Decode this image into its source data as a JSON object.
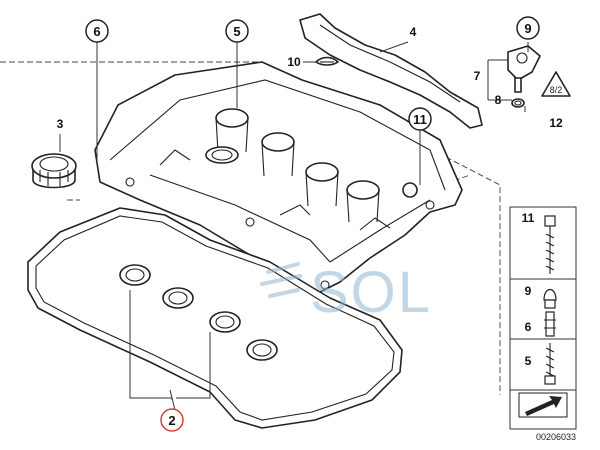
{
  "diagram": {
    "callouts_circled": [
      "6",
      "5",
      "9",
      "3",
      "11"
    ],
    "callouts_plain": [
      "4",
      "10",
      "7",
      "8",
      "12"
    ],
    "gasket_callout": "2",
    "side_panel": {
      "items": [
        "11",
        "9",
        "6",
        "5"
      ]
    },
    "reference_code": "00206033",
    "watermark": "SOL",
    "warning_label": "8/2"
  },
  "colors": {
    "line": "#222222",
    "gasket_callout_ring": "#d0413b",
    "watermark": "#8fb6cf"
  }
}
